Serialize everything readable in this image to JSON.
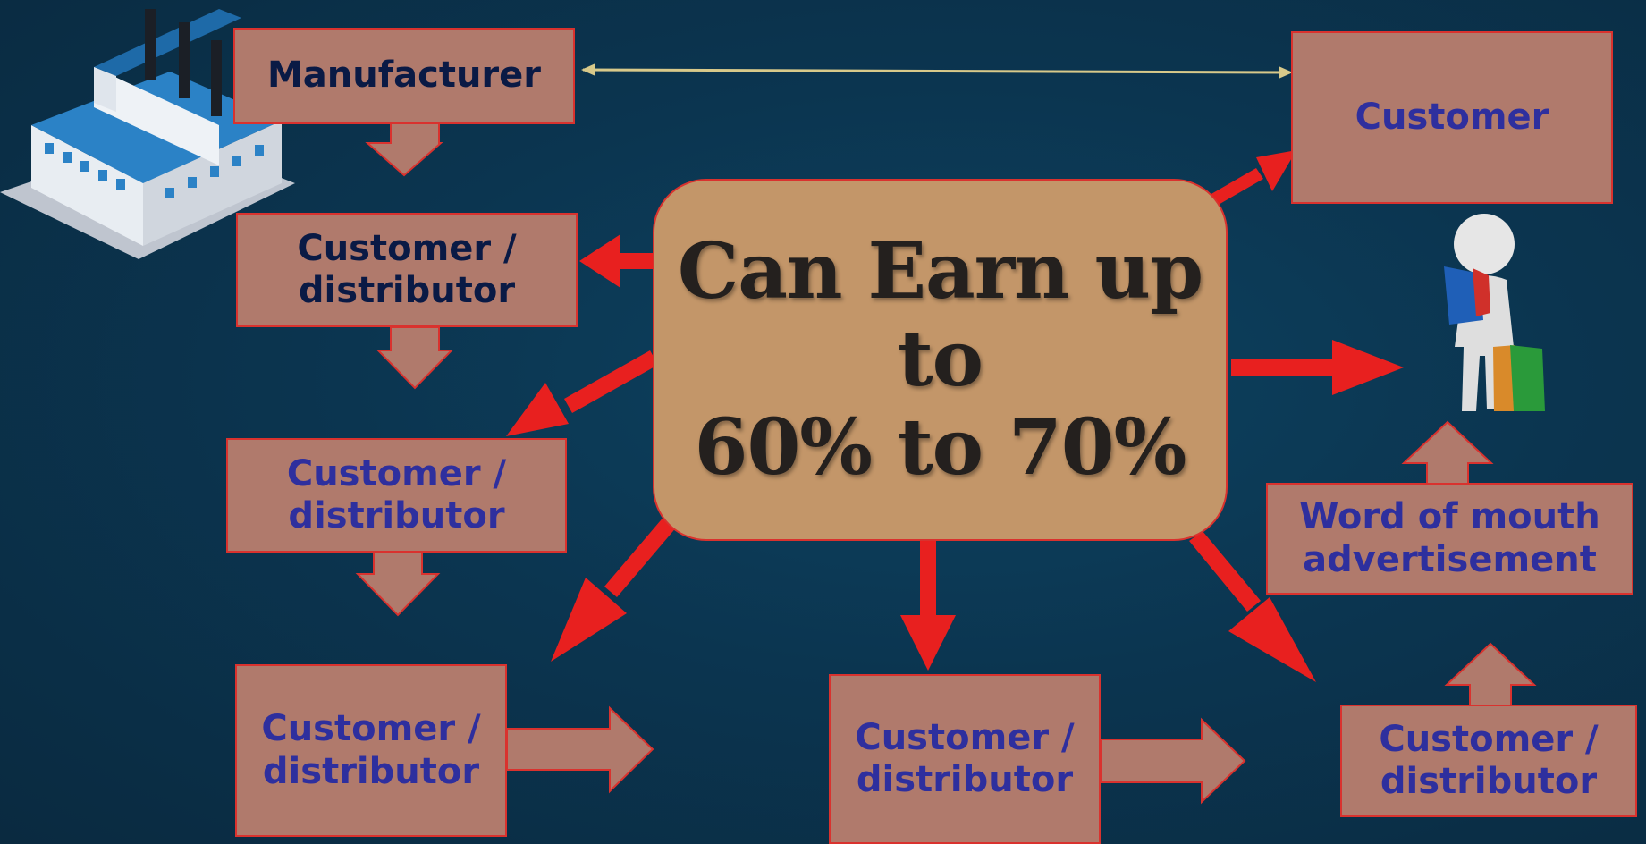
{
  "nodes": {
    "manufacturer": "Manufacturer",
    "customer_top": "Customer",
    "center_line1": "Can Earn up",
    "center_line2": "to",
    "center_line3": "60% to 70%",
    "distributor_1": "Customer / distributor",
    "distributor_2": "Customer / distributor",
    "distributor_3": "Customer / distributor",
    "distributor_4": "Customer / distributor",
    "distributor_5": "Customer / distributor",
    "word_of_mouth": "Word of mouth advertisement"
  },
  "icons": {
    "factory": "factory-icon",
    "shopper": "shopper-figure-icon"
  },
  "colors": {
    "background": "#0b3550",
    "box_fill": "#b07a6c",
    "center_fill": "#c39669",
    "arrow_red": "#e8201f",
    "connector_line": "#d8c98a"
  }
}
